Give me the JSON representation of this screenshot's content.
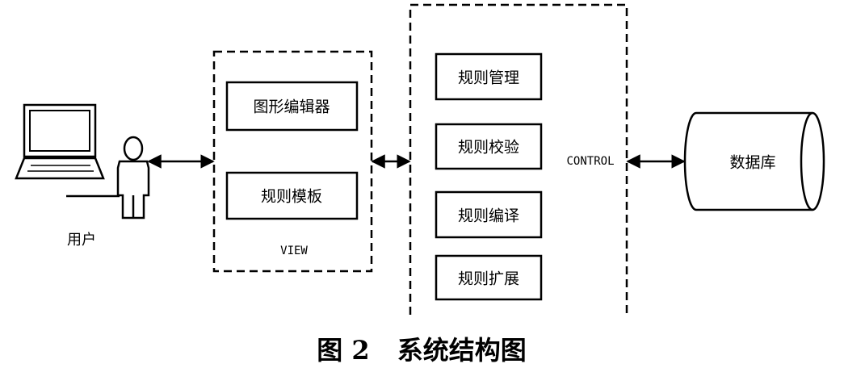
{
  "user": {
    "label": "用户"
  },
  "view": {
    "label": "VIEW",
    "items": [
      "图形编辑器",
      "规则模板"
    ]
  },
  "control": {
    "label": "CONTROL",
    "items": [
      "规则管理",
      "规则校验",
      "规则编译",
      "规则扩展"
    ]
  },
  "database": {
    "label": "数据库"
  },
  "caption": {
    "number": "图 2",
    "title": "系统结构图"
  }
}
